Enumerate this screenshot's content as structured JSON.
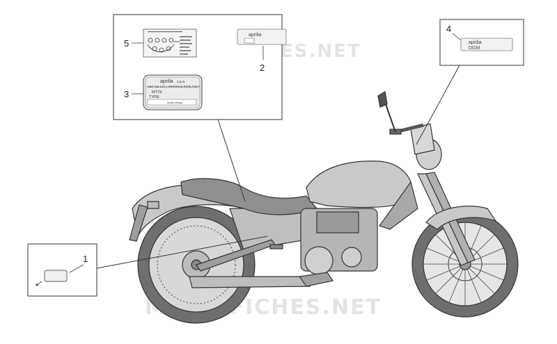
{
  "watermark": "MICROFICHES.NET",
  "callouts": {
    "c1": "1",
    "c2": "2",
    "c3": "3",
    "c4": "4",
    "c5": "5"
  },
  "labels": {
    "brand": "aprilia",
    "company": "s.p.a.",
    "vin_line": "VIaG.GALILEI,1,30033NOALE(VE)-ITALY",
    "mtte": "MTTE",
    "type": "TYPE:",
    "made_in": "made inItaly",
    "model": "DGM"
  },
  "colors": {
    "line": "#333333",
    "body_fill": "#c9c9c9",
    "body_dark": "#9e9e9e",
    "tire": "#6f6f6f",
    "watermark": "#e2e2e2"
  }
}
